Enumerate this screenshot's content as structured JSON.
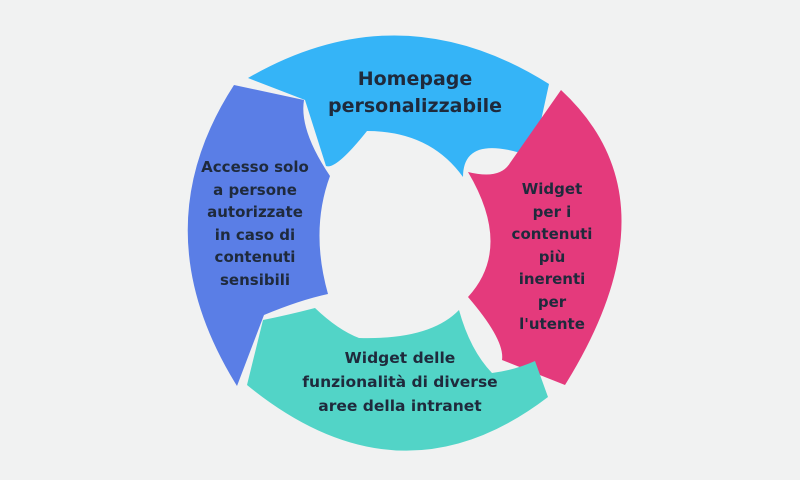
{
  "diagram": {
    "colors": {
      "background": "#f1f2f2",
      "center": "#f1f2f2",
      "text": "#1f2a3c"
    },
    "segments": [
      {
        "id": "top",
        "color": "#35b4f7",
        "label": "Homepage\npersonalizzabile"
      },
      {
        "id": "right",
        "color": "#e43a7c",
        "label": "Widget\nper i\ncontenuti\npiù\ninerenti\nper\nl'utente"
      },
      {
        "id": "bottom",
        "color": "#52d4c7",
        "label": "Widget delle\nfunzionalità di diverse\naree della intranet"
      },
      {
        "id": "left",
        "color": "#5a7ee6",
        "label": "Accesso solo\na persone\nautorizzate\nin caso di\ncontenuti\nsensibili"
      }
    ]
  }
}
